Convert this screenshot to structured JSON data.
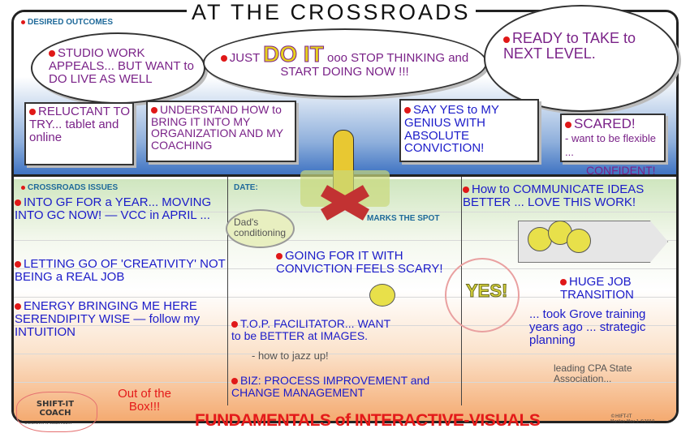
{
  "title": "AT THE CROSSROADS",
  "desired": {
    "heading": "DESIRED OUTCOMES",
    "studio": "STUDIO WORK APPEALS... BUT WANT to DO LIVE AS WELL",
    "doit_pre": "JUST",
    "doit_big": "DO IT",
    "doit_post": "ooo STOP THINKING and START DOING NOW !!!",
    "ready": "READY to TAKE to NEXT LEVEL.",
    "reluctant": "RELUCTANT TO TRY... tablet and online",
    "understand": "UNDERSTAND HOW to BRING IT INTO MY ORGANIZATION AND MY COACHING",
    "sayyes": "SAY YES to MY GENIUS WITH ABSOLUTE CONVICTION!",
    "scared": "SCARED!",
    "scared_sub": "- want to be flexible ...",
    "confident": "CONFIDENT!"
  },
  "issues": {
    "heading": "CROSSROADS ISSUES",
    "items": [
      "INTO GF FOR a YEAR... MOVING INTO GC NOW! — VCC in APRIL ...",
      "LETTING GO OF 'CREATIVITY' NOT BEING a REAL JOB",
      "ENERGY BRINGING ME HERE SERENDIPITY WISE — follow my INTUITION"
    ],
    "out_of_box": "Out of the Box!!!"
  },
  "date": {
    "heading": "DATE:",
    "dads": "Dad's conditioning",
    "marks": "MARKS THE SPOT",
    "going": "GOING FOR IT WITH CONVICTION FEELS SCARY!",
    "top": "T.O.P. FACILITATOR... WANT to be BETTER at IMAGES.",
    "jazz": "- how to jazz up!",
    "biz": "BIZ: PROCESS IMPROVEMENT and CHANGE MANAGEMENT"
  },
  "right": {
    "communicate": "How to COMMUNICATE IDEAS BETTER ... LOVE THIS WORK!",
    "yes": "YES!",
    "huge": "HUGE JOB TRANSITION",
    "took": "... took Grove training years ago ... strategic planning",
    "leading": "leading CPA State Association..."
  },
  "footer": {
    "fundamentals": "FUNDAMENTALS of INTERACTIVE-VISUALS",
    "logo": "SHIFT-IT COACH",
    "url": "www.shift-it-coach.com",
    "credit": "©HIFT-IT",
    "credit2": "Mariley May 1 ©2010"
  }
}
